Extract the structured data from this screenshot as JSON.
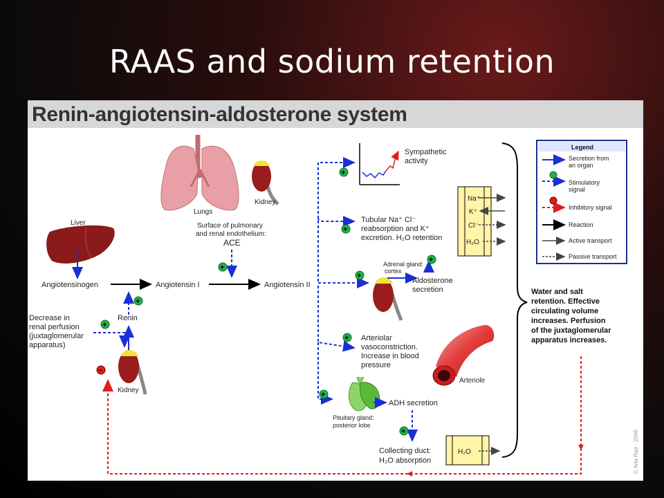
{
  "slide": {
    "title": "RAAS and sodium retention"
  },
  "diagram": {
    "header": "Renin-angiotensin-aldosterone system",
    "labels": {
      "lungs": "Lungs",
      "kidney_top": "Kidney",
      "liver": "Liver",
      "surface_1": "Surface of pulmonary",
      "surface_2": "and renal endothelium:",
      "ace": "ACE",
      "angiotensinogen": "Angiotensinogen",
      "angiotensin_i": "Angiotensin I",
      "angiotensin_ii": "Angiotensin II",
      "renin": "Renin",
      "decrease_1": "Decrease in",
      "decrease_2": "renal perfusion",
      "decrease_3": "(juxtaglomerular",
      "decrease_4": "apparatus)",
      "kidney_bottom": "Kidney",
      "sympathetic_1": "Sympathetic",
      "sympathetic_2": "activity",
      "tubular_1": "Tubular Na⁺ Cl⁻",
      "tubular_2": "reabsorption and K⁺",
      "tubular_3": "excretion. H₂O retention",
      "adrenal_1": "Adrenal gland:",
      "adrenal_2": "cortex",
      "aldosterone_1": "Aldosterone",
      "aldosterone_2": "secretion",
      "arteriolar_1": "Arteriolar",
      "arteriolar_2": "vasoconstriction.",
      "arteriolar_3": "Increase in blood",
      "arteriolar_4": "pressure",
      "arteriole": "Arteriole",
      "adh": "ADH secretion",
      "pituitary_1": "Pituitary gland:",
      "pituitary_2": "posterior lobe",
      "collecting_1": "Collecting duct:",
      "collecting_2": "H₂O absorption",
      "h2o_duct": "H₂O",
      "water_1": "Water and salt",
      "water_2": "retention. Effective",
      "water_3": "circulating volume",
      "water_4": "increases. Perfusion",
      "water_5": "of the juxtaglomerular",
      "water_6": "apparatus increases.",
      "ion_na": "Na⁺",
      "ion_k": "K⁺",
      "ion_cl": "Cl⁻",
      "ion_h2o": "H₂O",
      "copyright": "© Aria Rad - 2006"
    },
    "legend": {
      "title": "Legend",
      "secretion_1": "Secretion from",
      "secretion_2": "an organ",
      "stimulatory_1": "Stimulatory",
      "stimulatory_2": "signal",
      "inhibitory": "Inhibitory signal",
      "reaction": "Reaction",
      "active": "Active transport",
      "passive": "Passive transport"
    },
    "signs": {
      "plus": "+",
      "minus": "−"
    },
    "colors": {
      "secretion": "#1a2fd6",
      "stimulatory": "#22b14c",
      "inhibitory": "#e31b1b",
      "reaction": "#000000",
      "organ": "#8b1a1a"
    }
  }
}
